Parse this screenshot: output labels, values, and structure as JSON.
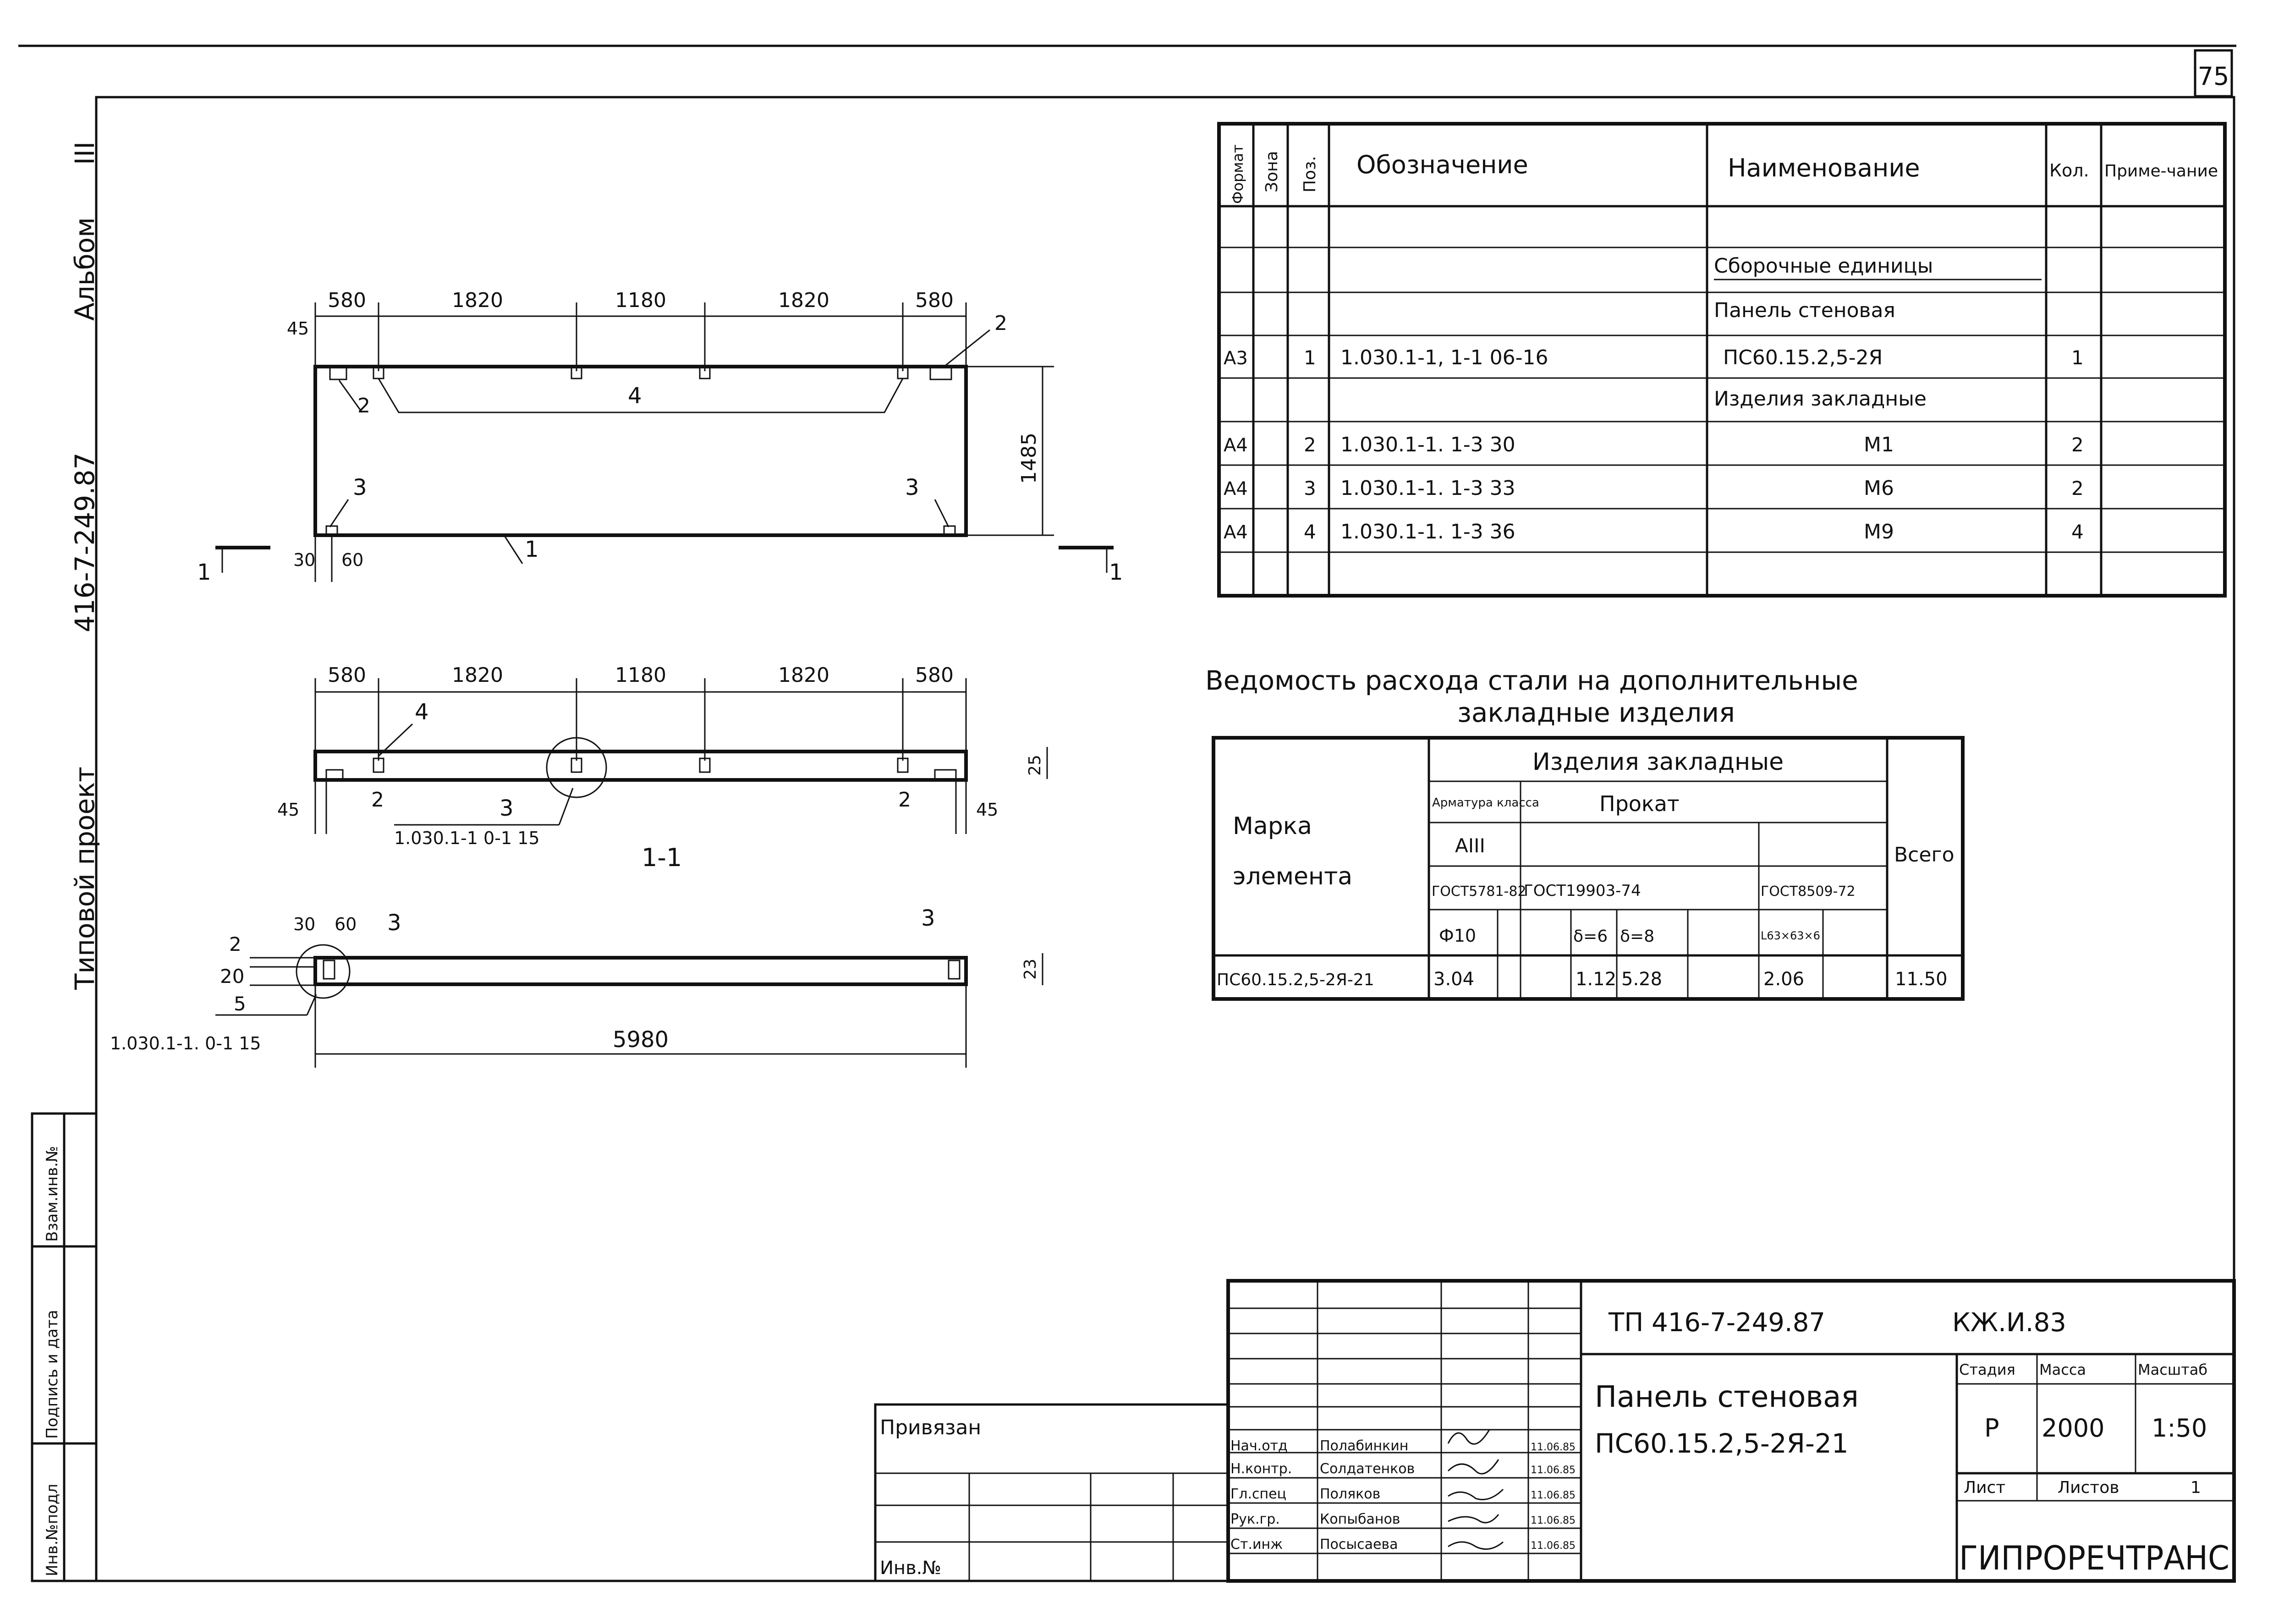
{
  "sheet_number": "75",
  "side_stamp": {
    "album": "Альбом",
    "album_num": "III",
    "project_code": "416-7-249.87",
    "project_label": "Типовой проект",
    "inv_no": "Инв.№подл",
    "sign_date": "Подпись и дата",
    "replace_inv": "Взам.инв.№"
  },
  "drawing": {
    "top_dims": [
      "580",
      "1820",
      "1180",
      "1820",
      "580"
    ],
    "height_dim": "1485",
    "small_dims": {
      "d45": "45",
      "d30": "30",
      "d60": "60",
      "d25": "25",
      "d20": "20",
      "d23": "23",
      "d5": "5"
    },
    "positions": {
      "p1": "1",
      "p2": "2",
      "p3": "3",
      "p4": "4"
    },
    "section_mark": "1",
    "section_label": "1-1",
    "node_ref_1": "1.030.1-1 0-1 15",
    "node_ref_2": "1.030.1-1. 0-1 15",
    "length_dim": "5980"
  },
  "spec_table": {
    "headers": [
      "Формат",
      "Зона",
      "Поз.",
      "Обозначение",
      "Наименование",
      "Кол.",
      "Приме-чание"
    ],
    "rows": [
      {
        "fmt": "",
        "pos": "",
        "des": "",
        "name": "Сборочные единицы",
        "qty": ""
      },
      {
        "fmt": "",
        "pos": "",
        "des": "",
        "name": "Панель стеновая",
        "qty": ""
      },
      {
        "fmt": "А3",
        "pos": "1",
        "des": "1.030.1-1, 1-1 06-16",
        "name": "ПС60.15.2,5-2Я",
        "qty": "1"
      },
      {
        "fmt": "",
        "pos": "",
        "des": "",
        "name": "Изделия закладные",
        "qty": ""
      },
      {
        "fmt": "А4",
        "pos": "2",
        "des": "1.030.1-1. 1-3 30",
        "name": "М1",
        "qty": "2"
      },
      {
        "fmt": "А4",
        "pos": "3",
        "des": "1.030.1-1. 1-3 33",
        "name": "М6",
        "qty": "2"
      },
      {
        "fmt": "А4",
        "pos": "4",
        "des": "1.030.1-1. 1-3 36",
        "name": "М9",
        "qty": "4"
      },
      {
        "fmt": "",
        "pos": "",
        "des": "",
        "name": "",
        "qty": ""
      }
    ]
  },
  "steel_table": {
    "title_line1": "Ведомость расхода стали на дополнительные",
    "title_line2": "закладные изделия",
    "group_header": "Изделия закладные",
    "mark_header_1": "Марка",
    "mark_header_2": "элемента",
    "armatura": "Арматура класса",
    "prokat": "Прокат",
    "a3": "АIII",
    "gost1": "ГОСТ5781-82",
    "gost2": "ГОСТ19903-74",
    "gost3": "ГОСТ8509-72",
    "d10": "Ф10",
    "t6": "δ=6",
    "t8": "δ=8",
    "angle": "L63×63×6",
    "total": "Всего",
    "row": {
      "mark": "ПС60.15.2,5-2Я-21",
      "v1": "3.04",
      "v2": "1.12",
      "v3": "5.28",
      "v4": "2.06",
      "total": "11.50"
    }
  },
  "title_block": {
    "code": "ТП 416-7-249.87",
    "sheet_code": "КЖ.И.83",
    "name1": "Панель стеновая",
    "name2": "ПС60.15.2,5-2Я-21",
    "stage_label": "Стадия",
    "mass_label": "Масса",
    "scale_label": "Масштаб",
    "stage": "Р",
    "mass": "2000",
    "scale": "1:50",
    "list_label": "Лист",
    "lists_label": "Листов",
    "lists_count": "1",
    "org": "ГИПРОРЕЧТРАНС",
    "privyazan": "Привязан",
    "inv_no": "Инв.№",
    "signatures": [
      {
        "role": "Нач.отд",
        "name": "Полабинкин",
        "date": "11.06.85"
      },
      {
        "role": "Н.контр.",
        "name": "Солдатенков",
        "date": "11.06.85"
      },
      {
        "role": "Гл.спец",
        "name": "Поляков",
        "date": "11.06.85"
      },
      {
        "role": "Рук.гр.",
        "name": "Копыбанов",
        "date": "11.06.85"
      },
      {
        "role": "Ст.инж",
        "name": "Посысаева",
        "date": "11.06.85"
      }
    ]
  }
}
